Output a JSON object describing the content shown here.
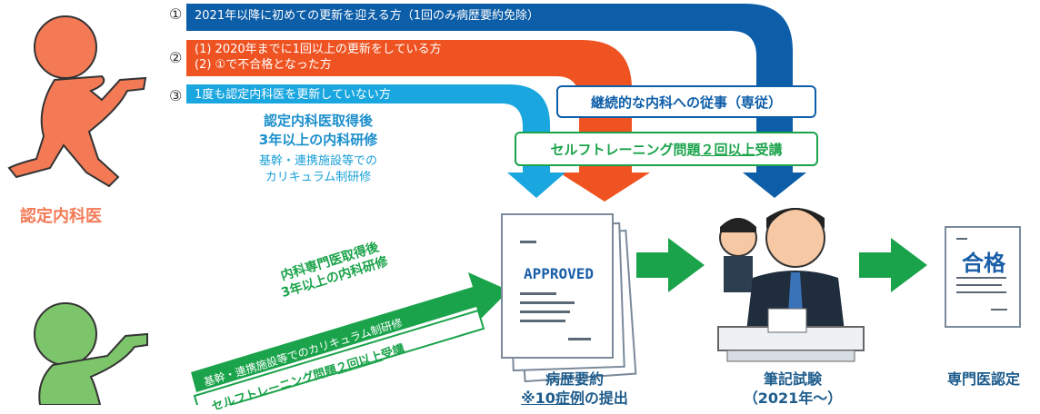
{
  "routes": {
    "r1": {
      "num": "①",
      "text": "2021年以降に初めての更新を迎える方（1回のみ病歴要約免除）"
    },
    "r2": {
      "num": "②",
      "line1": "(1) 2020年までに1回以上の更新をしている方",
      "line2": "(2) ①で不合格となった方"
    },
    "r3": {
      "num": "③",
      "text": "1度も認定内科医を更新していない方"
    }
  },
  "cyan_notes": {
    "line1": "認定内科医取得後",
    "line2": "3年以上の内科研修",
    "line3": "基幹・連携施設等での",
    "line4": "カリキュラム制研修"
  },
  "boxes": {
    "continuous": "継続的な内科への従事（専従）",
    "self_training_prefix": "セルフトレーニング問題",
    "self_training_underlined": "２回以上",
    "self_training_suffix": "受講"
  },
  "left_label": "認定内科医",
  "green_notes": {
    "line1": "内科専門医取得後",
    "line2": "3年以上の内科研修",
    "band": "基幹・連携施設等でのカリキュラム制研修",
    "st_prefix": "セルフトレーニング問題",
    "st_underlined": "２回以上",
    "st_suffix": "受講"
  },
  "doc_stamp": "APPROVED",
  "pass_stamp": "合格",
  "captions": {
    "summary_line1": "病歴要約",
    "summary_line2_underlined": "※10症例",
    "summary_line2_suffix": "の提出",
    "exam_line1": "筆記試験",
    "exam_line2": "（2021年〜）",
    "cert": "専門医認定"
  },
  "colors": {
    "blue": "#0d5ea8",
    "orange": "#ef5322",
    "cyan": "#1aa6df",
    "green": "#1aa34a",
    "runner_orange": "#f47a56",
    "runner_green": "#7dc56b"
  }
}
